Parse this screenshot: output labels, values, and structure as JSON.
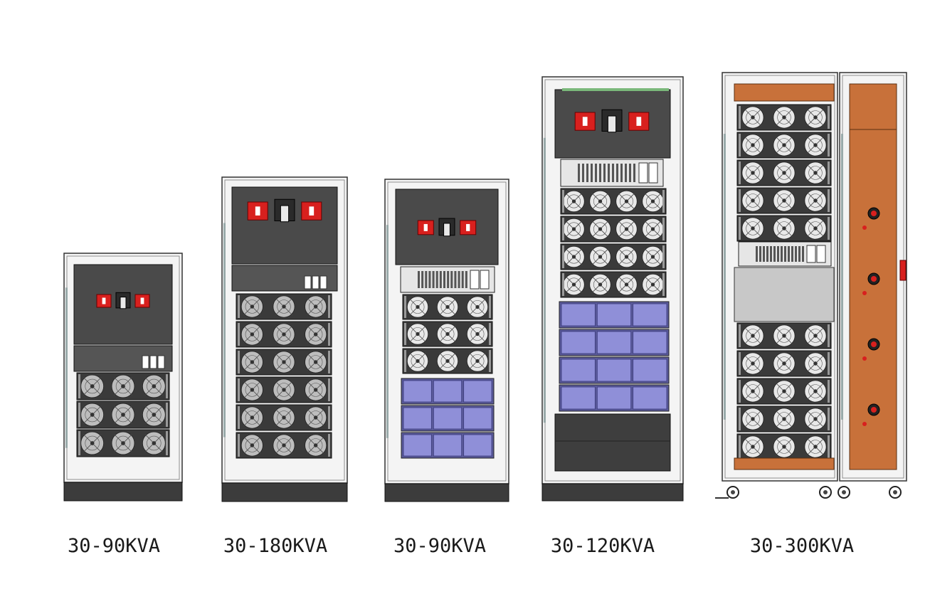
{
  "cabinets": [
    {
      "label": "30-90KVA"
    },
    {
      "label": "30-180KVA"
    },
    {
      "label": "30-90KVA"
    },
    {
      "label": "30-120KVA"
    },
    {
      "label": "30-300KVA"
    }
  ],
  "colors": {
    "frame": "#f4f4f4",
    "panel": "#4a4a4a",
    "breaker_red": "#d8201e",
    "module_dark": "#3a3a3a",
    "battery_blue": "#8f8fd8",
    "copper": "#c8713a",
    "base": "#3c3c3c"
  }
}
